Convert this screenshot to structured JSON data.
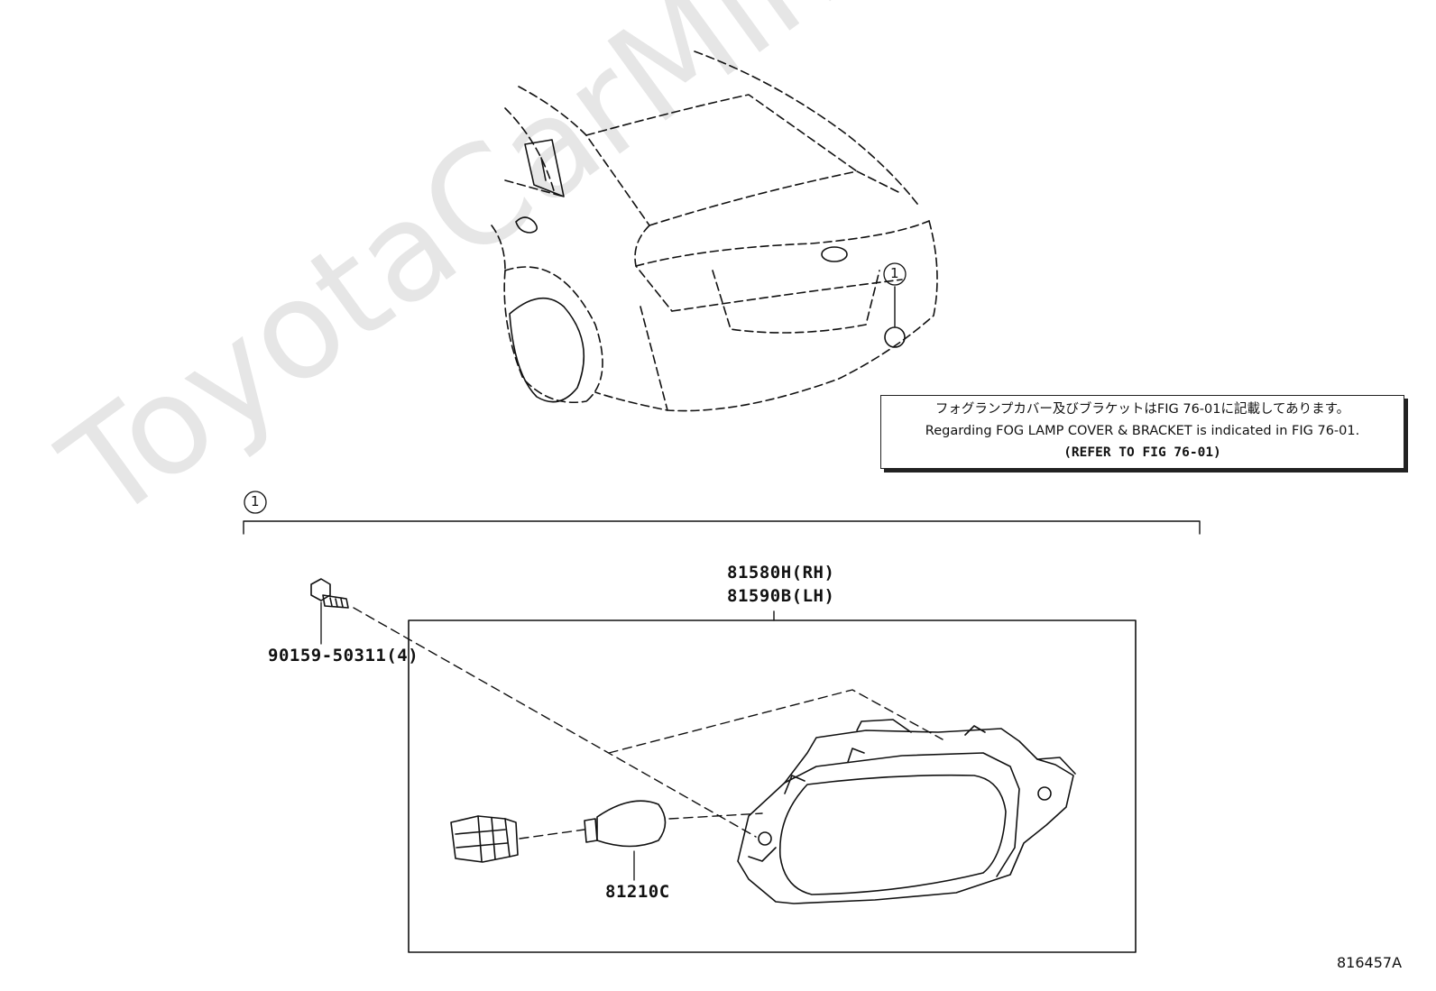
{
  "watermark": "ToyotaCarMine.ru",
  "callout": {
    "number": "1"
  },
  "note": {
    "line_jp": "フォグランプカバー及びブラケットはFIG 76-01に記載してあります。",
    "line_en": "Regarding FOG LAMP COVER & BRACKET is indicated in FIG 76-01.",
    "line_refer": "(REFER TO FIG 76-01)"
  },
  "parts": {
    "assembly_rh": "81580H(RH)",
    "assembly_lh": "81590B(LH)",
    "screw": "90159-50311(4)",
    "bulb": "81210C"
  },
  "figure_id": "816457A"
}
